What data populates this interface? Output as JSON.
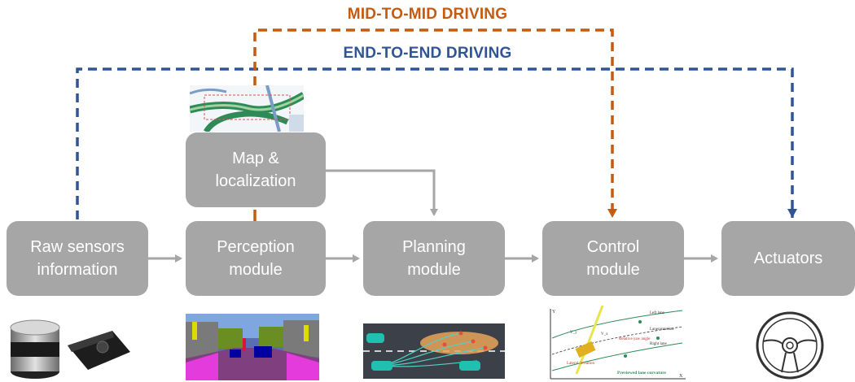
{
  "labels": {
    "mid_to_mid": "MID-TO-MID DRIVING",
    "end_to_end": "END-TO-END DRIVING"
  },
  "modules": {
    "raw_sensors": "Raw sensors\ninformation",
    "map_localization": "Map &\nlocalization",
    "perception": "Perception\nmodule",
    "planning": "Planning\nmodule",
    "control": "Control\nmodule",
    "actuators": "Actuators"
  },
  "control_figure": {
    "left_lane": "Left lane",
    "lane_centerline": "Lanecenterline",
    "right_lane": "Right lane",
    "relative_yaw_angle": "Relative yaw angle",
    "lateral_deviation": "Lateral deviation",
    "previewed_curvature": "Previewed lane curvature",
    "axis_y": "Y",
    "axis_x": "X",
    "vy": "V_y",
    "vx": "V_x"
  },
  "colors": {
    "module_fill": "#a6a6a6",
    "arrow": "#a6a6a6",
    "mid_to_mid": "#c55a11",
    "end_to_end": "#2f5597"
  }
}
